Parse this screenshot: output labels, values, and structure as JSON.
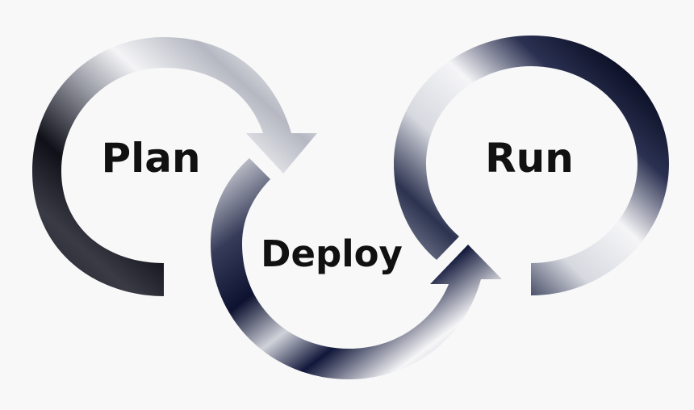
{
  "stages": [
    {
      "label": "Plan"
    },
    {
      "label": "Deploy"
    },
    {
      "label": "Run"
    }
  ],
  "colors": {
    "background": "#f8f8f8",
    "label": "#111111",
    "metal_light": "#f2f2f4",
    "metal_mid": "#a0a4b0",
    "metal_dark": "#0b0e22"
  },
  "icons": [
    "circular-arrow-icon",
    "circular-arrow-icon",
    "circular-arrow-icon"
  ]
}
